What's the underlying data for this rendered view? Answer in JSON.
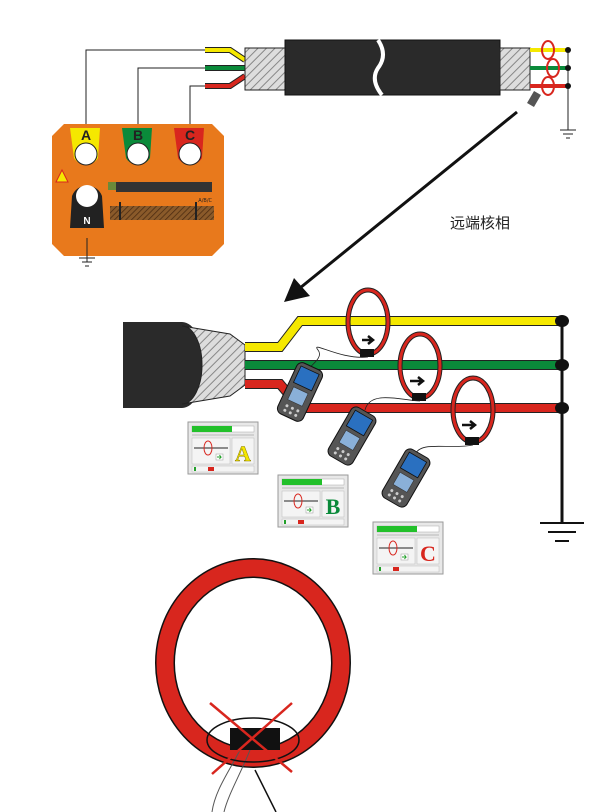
{
  "caption": "远端核相",
  "terminals": [
    "A",
    "B",
    "C",
    "N"
  ],
  "device_sublabel": "A/B/C",
  "phase_panels": [
    "A",
    "B",
    "C"
  ],
  "colors": {
    "yellow": "#f5e800",
    "green": "#0a8a3a",
    "red": "#d8261e",
    "orange": "#e8791c",
    "black": "#222222",
    "panel_green": "#22c02a"
  }
}
